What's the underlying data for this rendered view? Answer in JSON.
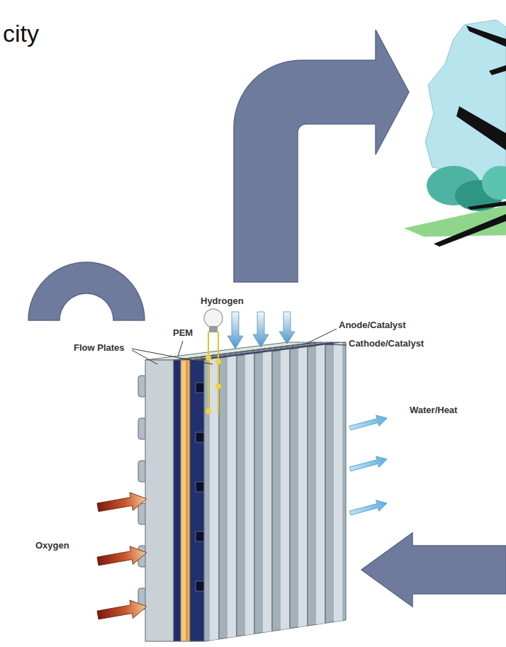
{
  "diagram": {
    "labels": [
      "city",
      "Hydrogen",
      "PEM",
      "Flow Plates",
      "Anode/Catalyst",
      "Cathode/Catalyst",
      "Water/Heat",
      "Oxygen"
    ]
  }
}
